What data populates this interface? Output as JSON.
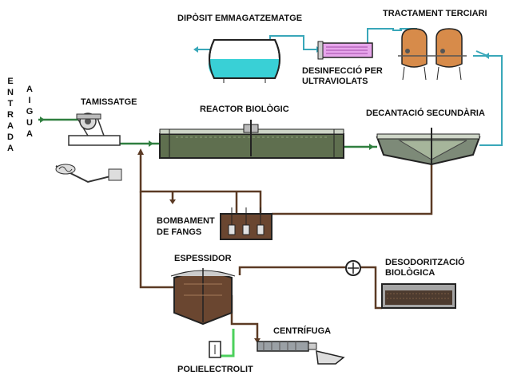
{
  "labels": {
    "entrada": "ENTRADA",
    "aigua": "AIGUA",
    "tamissatge": "TAMISSATGE",
    "reactor": "REACTOR BIOLÒGIC",
    "diposit": "DIPÒSIT EMMAGATZEMATGE",
    "tractament": "TRACTAMENT TERCIARI",
    "desinfeccio_1": "DESINFECCIÓ PER",
    "desinfeccio_2": "ULTRAVIOLATS",
    "decantacio": "DECANTACIÓ SECUNDÀRIA",
    "bombament_1": "BOMBAMENT",
    "bombament_2": "DE FANGS",
    "espessidor": "ESPESSIDOR",
    "desodoritzacio_1": "DESODORITZACIÓ",
    "desodoritzacio_2": "BIOLÒGICA",
    "centrifuga": "CENTRÍFUGA",
    "polielectrolit": "POLIELECTROLIT"
  },
  "colors": {
    "water_pipe": "#2f7f3f",
    "clean_pipe": "#39a7b9",
    "sludge_pipe": "#5b3a24",
    "tank_water": "#39d0d6",
    "tank_steel": "#8b939b",
    "sludge_fill": "#6a4630",
    "reactor_fill": "#5f6f4f",
    "uv_fill": "#e7a5eb",
    "filter_fill": "#d78b4a",
    "poly_green": "#4cd05c"
  }
}
